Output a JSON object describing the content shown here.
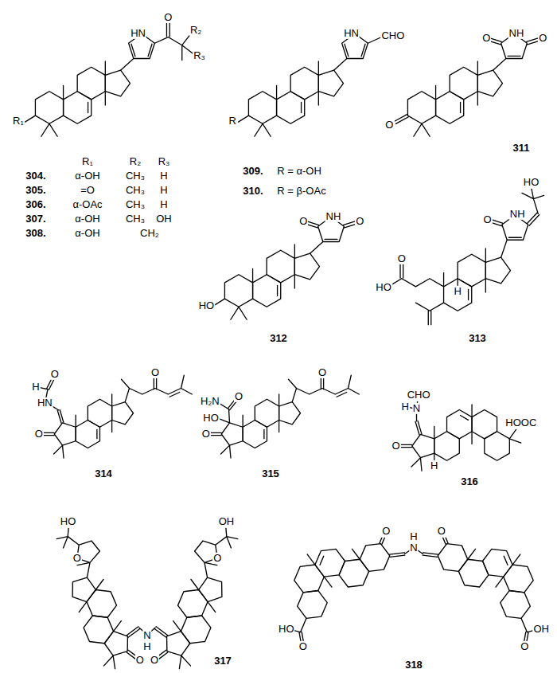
{
  "diagram": {
    "labels": [
      "HN",
      "O",
      "R₂",
      "R₃",
      "R₁",
      "R₁",
      "R₂",
      "R₃",
      "304.",
      "α-OH",
      "CH₃",
      "H",
      "305.",
      "=O",
      "CH₃",
      "H",
      "306.",
      "α-OAc",
      "CH₃",
      "H",
      "307.",
      "α-OH",
      "CH₃",
      "OH",
      "308.",
      "α-OH",
      "CH₂",
      "HN",
      "CHO",
      "R",
      "309.",
      "R = α-OH",
      "310.",
      "R = β-OAc",
      "O",
      "O",
      "NH",
      "O",
      "311",
      "HO",
      "O",
      "NH",
      "O",
      "312",
      "HO",
      "O",
      "NH",
      "O",
      "HO",
      "H",
      "313",
      "O",
      "H",
      "HN",
      "O",
      "O",
      "314",
      "H₂N",
      "O",
      "HO",
      "O",
      "O",
      "315",
      "CHO",
      "H",
      "N",
      "O",
      "HOOC",
      "H",
      "316",
      "HO",
      "O",
      "O",
      "N",
      "H",
      "O",
      "O",
      "OH",
      "317",
      "O",
      "H",
      "N",
      "O",
      "HO",
      "O",
      "O",
      "OH",
      "318"
    ]
  }
}
